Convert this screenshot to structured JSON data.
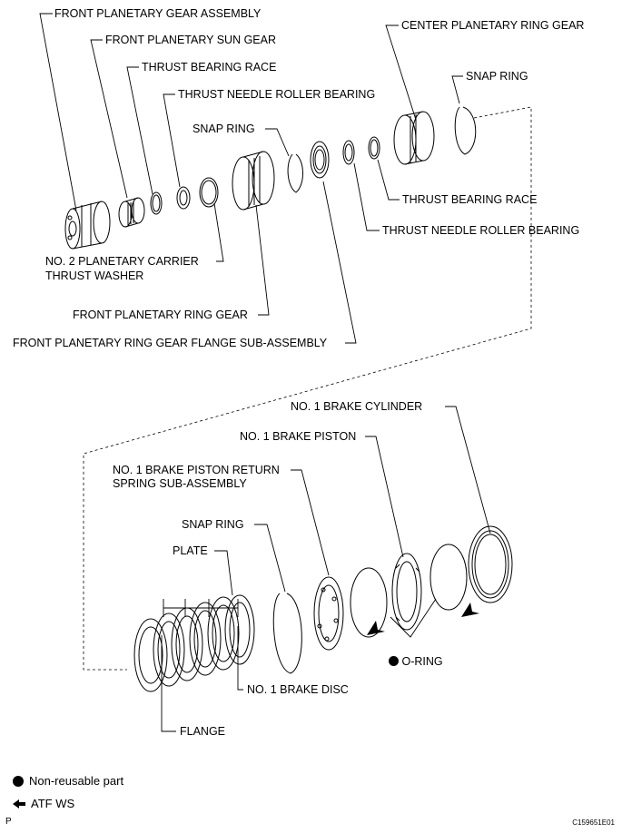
{
  "labels": {
    "front_planetary_gear_assembly": "FRONT PLANETARY GEAR ASSEMBLY",
    "front_planetary_sun_gear": "FRONT PLANETARY SUN GEAR",
    "thrust_bearing_race_top": "THRUST BEARING RACE",
    "thrust_needle_roller_bearing_top": "THRUST NEEDLE ROLLER BEARING",
    "snap_ring_mid": "SNAP RING",
    "center_planetary_ring_gear": "CENTER PLANETARY RING GEAR",
    "snap_ring_top_right": "SNAP RING",
    "thrust_bearing_race_right": "THRUST BEARING RACE",
    "thrust_needle_roller_bearing_right": "THRUST NEEDLE ROLLER BEARING",
    "no2_planetary_carrier_line1": "NO. 2 PLANETARY CARRIER",
    "no2_planetary_carrier_line2": "THRUST WASHER",
    "front_planetary_ring_gear": "FRONT PLANETARY RING GEAR",
    "front_planetary_ring_gear_flange": "FRONT PLANETARY RING GEAR FLANGE SUB-ASSEMBLY",
    "no1_brake_cylinder": "NO. 1 BRAKE CYLINDER",
    "no1_brake_piston": "NO. 1 BRAKE PISTON",
    "return_spring_line1": "NO. 1 BRAKE PISTON RETURN",
    "return_spring_line2": "SPRING SUB-ASSEMBLY",
    "snap_ring_lower": "SNAP RING",
    "plate": "PLATE",
    "o_ring": "O-RING",
    "no1_brake_disc": "NO. 1 BRAKE DISC",
    "flange": "FLANGE"
  },
  "legend": {
    "non_reusable": "Non-reusable part",
    "atf": "ATF WS"
  },
  "corner": {
    "left": "P",
    "right": "C159651E01"
  },
  "colors": {
    "ink": "#000000",
    "background": "#ffffff"
  }
}
